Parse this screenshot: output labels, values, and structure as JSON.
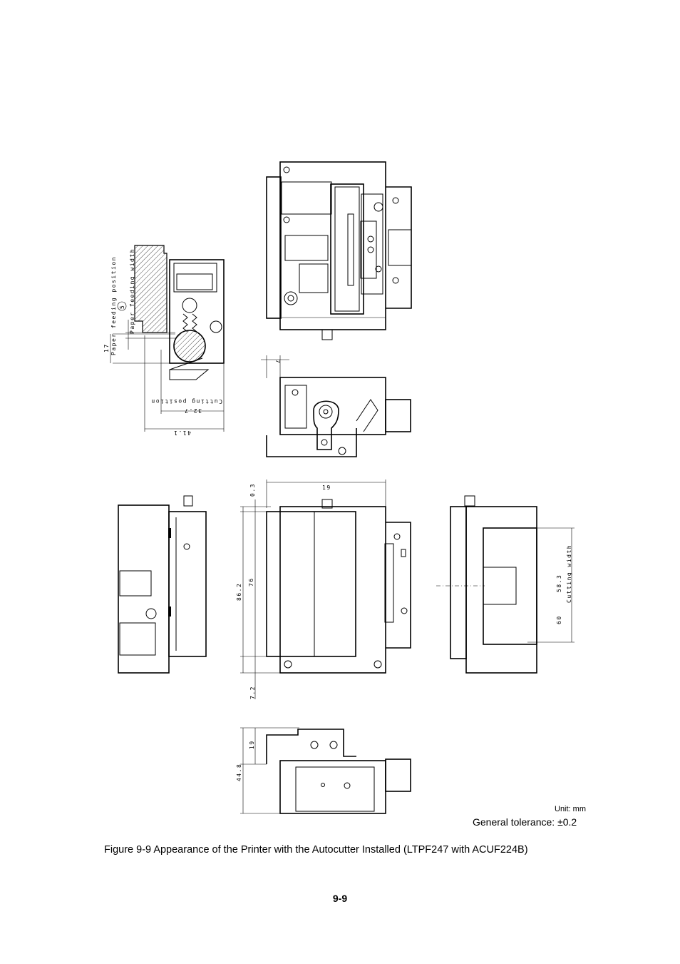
{
  "dimensions": {
    "paper_feeding_position": "Paper feeding position",
    "paper_feeding_width": "Paper feeding width",
    "feed_width_value": "5",
    "feed_position_value": "17",
    "cutting_position": "Cutting position",
    "cutting_position_value": "32.7",
    "overall_depth_value": "41.1",
    "cutter_offset_value": "7",
    "top_gap_value": "0.3",
    "width_value": "19",
    "height_total_value": "86.2",
    "height_value": "76",
    "bottom_gap_value": "7.2",
    "cutting_width": "Cutting width",
    "cutting_width_value": "58.3",
    "paper_width_value": "60",
    "bottom_view_offset_value": "19",
    "bottom_view_total_value": "44.8"
  },
  "unit_label": "Unit: mm",
  "tolerance_label": "General tolerance: ±0.2",
  "figure_caption": "Figure 9-9  Appearance of the Printer with the Autocutter Installed (LTPF247 with ACUF224B)",
  "page_number": "9-9"
}
